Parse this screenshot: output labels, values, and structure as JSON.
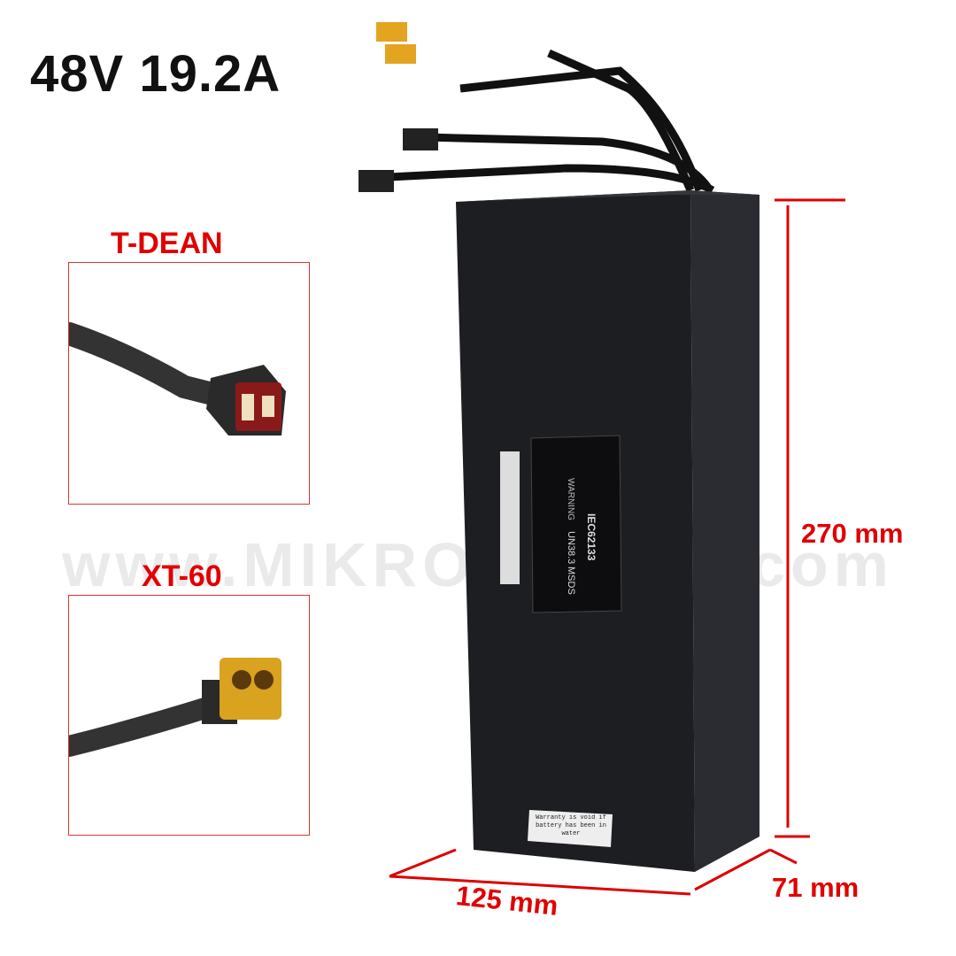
{
  "title": "48V 19.2A",
  "connectors": [
    {
      "label": "T-DEAN"
    },
    {
      "label": "XT-60"
    }
  ],
  "dimensions": {
    "height": "270 mm",
    "width": "125 mm",
    "depth": "71 mm"
  },
  "battery_label": {
    "warning": "WARNING",
    "standard": "IEC62133",
    "un": "UN38.3",
    "msds": "MSDS"
  },
  "warranty_sticker": "Warranty is void if battery has been in water",
  "watermark": "www.MIKROFFAN...E.com",
  "colors": {
    "accent": "#e00000",
    "battery": "#1c1e22"
  }
}
